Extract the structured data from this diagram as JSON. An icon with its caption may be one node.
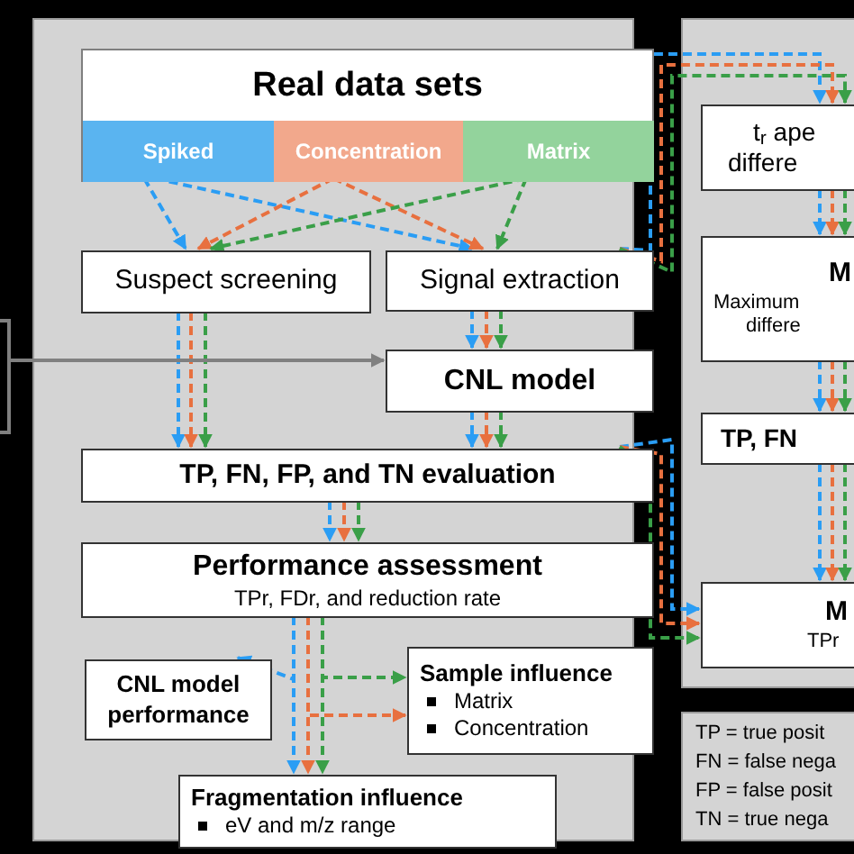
{
  "diagram": {
    "nodes": [
      {
        "text": [],
        "shape": "box"
      },
      {
        "text": [
          "Real data sets"
        ],
        "in": 0
      },
      {
        "text": [
          "Spiked"
        ],
        "in": 1
      },
      {
        "text": [
          "Concentration"
        ],
        "in": 1
      },
      {
        "text": [
          "Matrix"
        ],
        "in": 1
      },
      {
        "text": [
          "Suspect screening"
        ],
        "in": 0
      },
      {
        "text": [
          "Signal extraction"
        ],
        "in": 0
      },
      {
        "text": [
          "CNL model"
        ],
        "in": 0
      },
      {
        "text": [
          "TP, FN, FP, and TN evaluation"
        ],
        "in": 0
      },
      {
        "text": [
          "Performance assessment",
          "TPr, FDr, and reduction rate"
        ],
        "in": 0
      },
      {
        "text": [
          "CNL model performance"
        ],
        "in": 0
      },
      {
        "text": [
          "Sample influence",
          "Matrix",
          "Concentration"
        ],
        "in": 0
      },
      {
        "text": [
          "Fragmentation influence",
          "eV and m/z range"
        ],
        "in": 0
      },
      {
        "text": [],
        "shape": "box"
      },
      {
        "text": [
          "t$_{r}$ ape",
          "differe"
        ],
        "in": 13
      },
      {
        "text": [
          "M",
          "Maximum",
          "differe"
        ],
        "in": 13
      },
      {
        "text": [
          "TP, FN"
        ],
        "in": 13
      },
      {
        "text": [
          "M",
          "TPr"
        ],
        "in": 13
      },
      {
        "text": [
          "TP = true posit",
          "FN = false nega",
          "FP = false posit",
          "TN = true nega"
        ]
      }
    ],
    "edges": [
      {
        "from": 2,
        "to": 5,
        "arrow": "to",
        "style": "dashed",
        "color": "#2a9df4"
      },
      {
        "from": 2,
        "to": 6,
        "arrow": "to",
        "style": "dashed",
        "color": "#2a9df4"
      },
      {
        "from": 3,
        "to": 5,
        "arrow": "to",
        "style": "dashed",
        "color": "#e8703f"
      },
      {
        "from": 3,
        "to": 6,
        "arrow": "to",
        "style": "dashed",
        "color": "#e8703f"
      },
      {
        "from": 4,
        "to": 5,
        "arrow": "to",
        "style": "dashed",
        "color": "#3a9f48"
      },
      {
        "from": 4,
        "to": 6,
        "arrow": "to",
        "style": "dashed",
        "color": "#3a9f48"
      },
      {
        "from": 5,
        "to": 8,
        "arrow": "to",
        "style": "dashed",
        "color": "#2a9df4"
      },
      {
        "from": 5,
        "to": 8,
        "arrow": "to",
        "style": "dashed",
        "color": "#e8703f"
      },
      {
        "from": 5,
        "to": 8,
        "arrow": "to",
        "style": "dashed",
        "color": "#3a9f48"
      },
      {
        "from": 6,
        "to": 7,
        "arrow": "to",
        "style": "dashed",
        "color": "#2a9df4"
      },
      {
        "from": 6,
        "to": 7,
        "arrow": "to",
        "style": "dashed",
        "color": "#e8703f"
      },
      {
        "from": 6,
        "to": 7,
        "arrow": "to",
        "style": "dashed",
        "color": "#3a9f48"
      },
      {
        "from": 7,
        "to": 8,
        "arrow": "to",
        "style": "dashed",
        "color": "#2a9df4"
      },
      {
        "from": 7,
        "to": 8,
        "arrow": "to",
        "style": "dashed",
        "color": "#e8703f"
      },
      {
        "from": 7,
        "to": 8,
        "arrow": "to",
        "style": "dashed",
        "color": "#3a9f48"
      },
      {
        "from": 6,
        "to": 14,
        "arrow": "to",
        "style": "dashed",
        "color": "#2a9df4"
      },
      {
        "from": 6,
        "to": 14,
        "arrow": "to",
        "style": "dashed",
        "color": "#e8703f"
      },
      {
        "from": 6,
        "to": 14,
        "arrow": "to",
        "style": "dashed",
        "color": "#3a9f48"
      },
      {
        "from": 14,
        "to": 15,
        "arrow": "to",
        "style": "dashed",
        "color": "#2a9df4"
      },
      {
        "from": 14,
        "to": 15,
        "arrow": "to",
        "style": "dashed",
        "color": "#e8703f"
      },
      {
        "from": 14,
        "to": 15,
        "arrow": "to",
        "style": "dashed",
        "color": "#3a9f48"
      },
      {
        "from": 15,
        "to": 16,
        "arrow": "to",
        "style": "dashed",
        "color": "#2a9df4"
      },
      {
        "from": 15,
        "to": 16,
        "arrow": "to",
        "style": "dashed",
        "color": "#e8703f"
      },
      {
        "from": 15,
        "to": 16,
        "arrow": "to",
        "style": "dashed",
        "color": "#3a9f48"
      },
      {
        "from": 16,
        "to": 17,
        "arrow": "to",
        "style": "dashed",
        "color": "#2a9df4"
      },
      {
        "from": 16,
        "to": 17,
        "arrow": "to",
        "style": "dashed",
        "color": "#e8703f"
      },
      {
        "from": 16,
        "to": 17,
        "arrow": "to",
        "style": "dashed",
        "color": "#3a9f48"
      },
      {
        "from": 8,
        "to": 17,
        "arrow": "to",
        "style": "dashed",
        "color": "#2a9df4"
      },
      {
        "from": 8,
        "to": 17,
        "arrow": "to",
        "style": "dashed",
        "color": "#e8703f"
      },
      {
        "from": 8,
        "to": 17,
        "arrow": "to",
        "style": "dashed",
        "color": "#3a9f48"
      },
      {
        "from": 8,
        "to": 9,
        "arrow": "to",
        "style": "dashed",
        "color": "#2a9df4"
      },
      {
        "from": 8,
        "to": 9,
        "arrow": "to",
        "style": "dashed",
        "color": "#e8703f"
      },
      {
        "from": 8,
        "to": 9,
        "arrow": "to",
        "style": "dashed",
        "color": "#3a9f48"
      },
      {
        "from": 9,
        "to": 10,
        "arrow": "to",
        "style": "dashed",
        "color": "#2a9df4"
      },
      {
        "from": 9,
        "to": 11,
        "arrow": "to",
        "style": "dashed",
        "color": "#3a9f48"
      },
      {
        "from": 9,
        "to": 11,
        "arrow": "to",
        "style": "dashed",
        "color": "#e8703f"
      },
      {
        "from": 9,
        "to": 12,
        "arrow": "to",
        "style": "dashed",
        "color": "#2a9df4"
      },
      {
        "from": 9,
        "to": 12,
        "arrow": "to",
        "style": "dashed",
        "color": "#e8703f"
      },
      {
        "from": 9,
        "to": 12,
        "arrow": "to",
        "style": "dashed",
        "color": "#3a9f48"
      },
      {
        "from": null,
        "to": 7,
        "arrow": "to",
        "color": "#808080"
      }
    ]
  }
}
